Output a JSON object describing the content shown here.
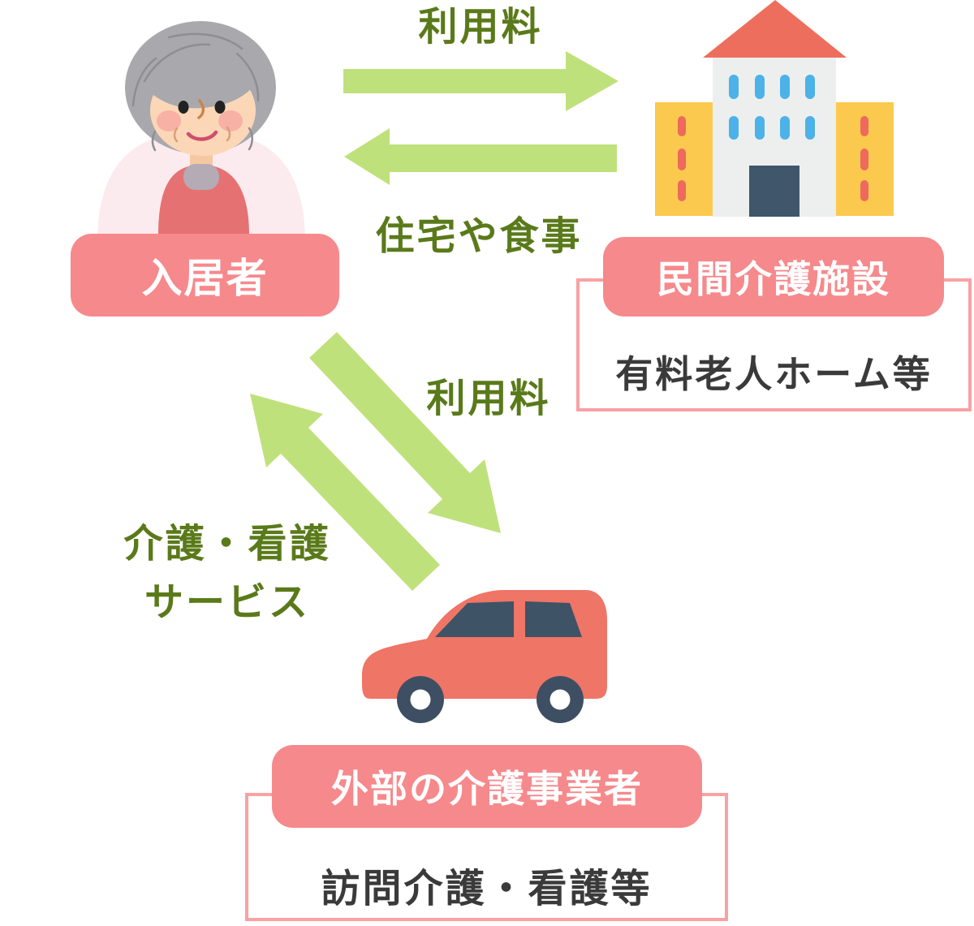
{
  "palette": {
    "background": "#ffffff",
    "arrow_green": "#bfe17c",
    "flow_text_green": "#5a7a1a",
    "label_pink": "#f6898c",
    "label_text": "#ffffff",
    "subbox_border_pink": "#f9a1a3",
    "subbox_text_gray": "#3a3a3a"
  },
  "nodes": {
    "resident": {
      "label": "入居者",
      "icon": "elderly-woman-icon"
    },
    "facility": {
      "label": "民間介護施設",
      "sublabel": "有料老人ホーム等",
      "icon": "care-facility-building-icon"
    },
    "provider": {
      "label": "外部の介護事業者",
      "sublabel": "訪問介護・看護等",
      "icon": "home-visit-car-icon"
    }
  },
  "flows": {
    "resident_to_facility": {
      "label": "利用料",
      "direction": "resident→facility"
    },
    "facility_to_resident": {
      "label": "住宅や食事",
      "direction": "facility→resident"
    },
    "resident_to_provider": {
      "label": "利用料",
      "direction": "resident→provider"
    },
    "provider_to_resident": {
      "label_line1": "介護・看護",
      "label_line2": "サービス",
      "direction": "provider→resident"
    }
  }
}
